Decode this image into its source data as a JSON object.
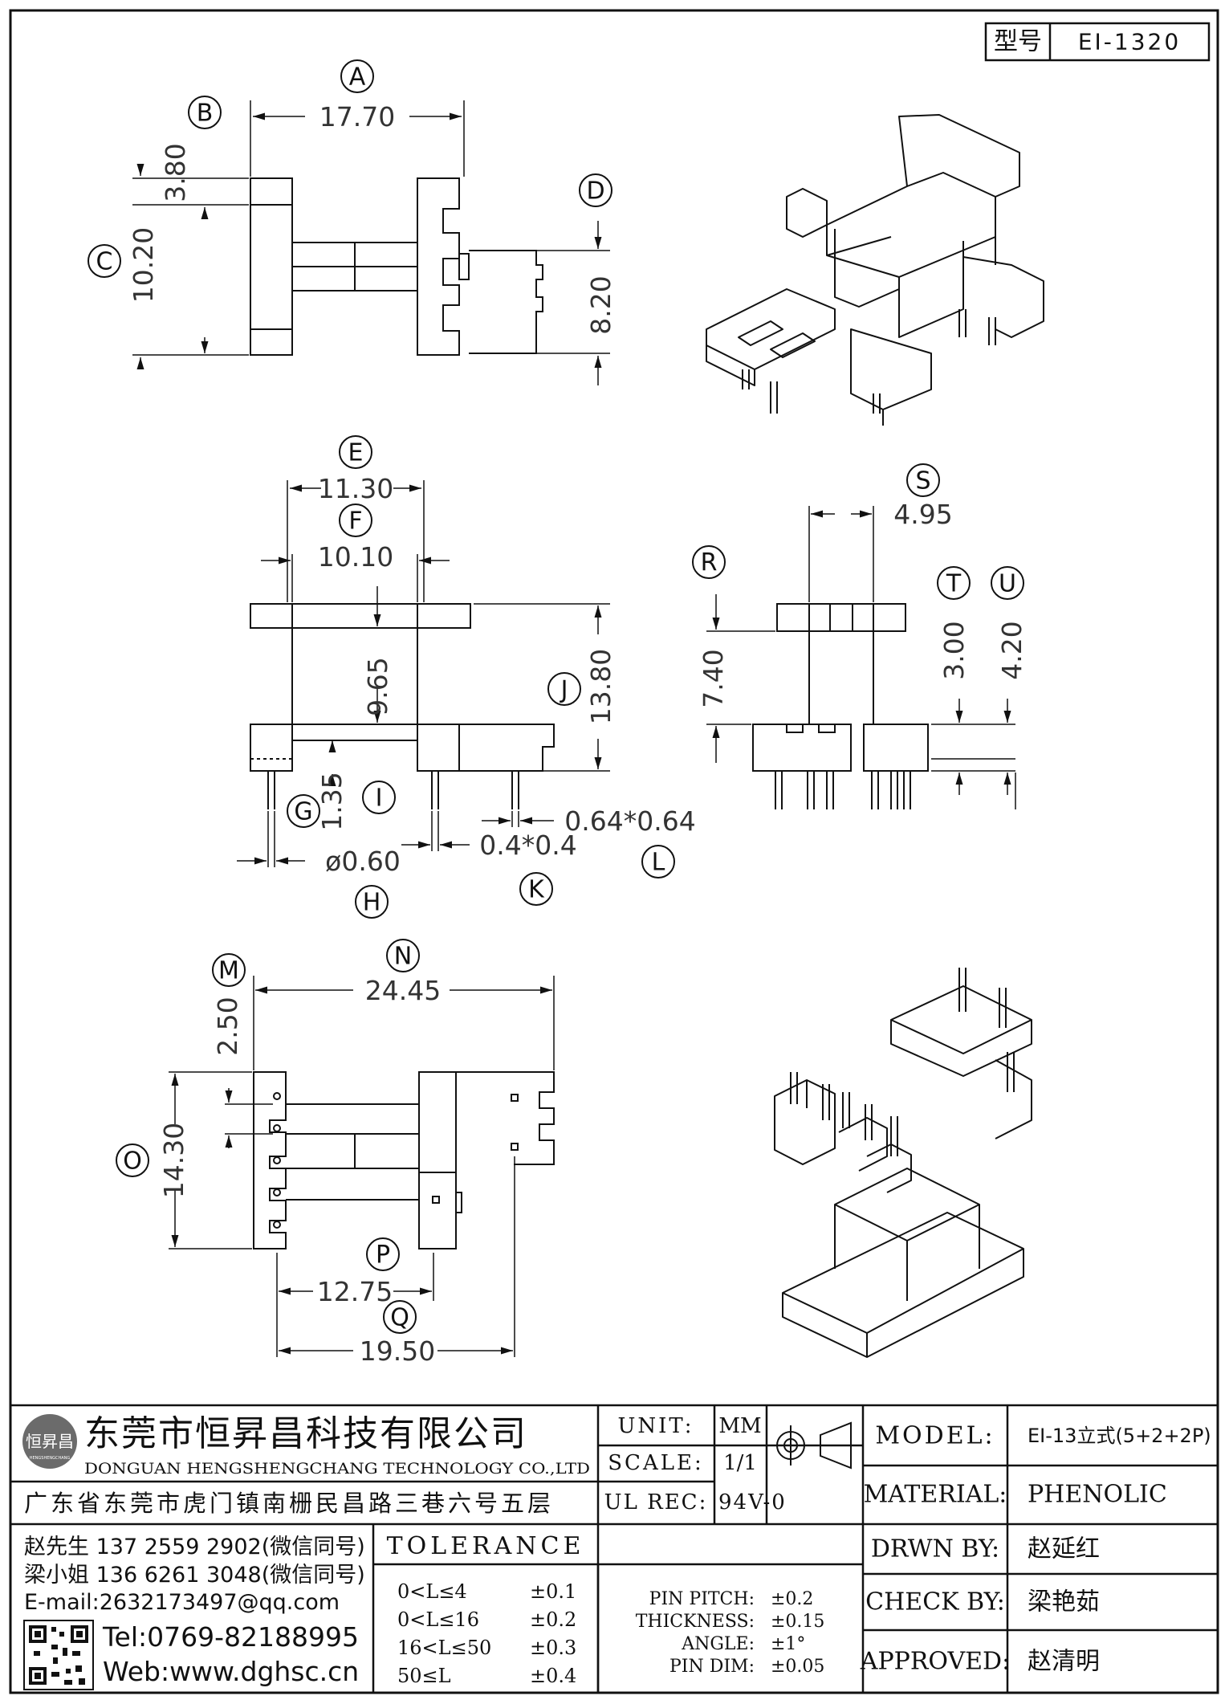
{
  "part_number_label": "型号",
  "part_number": "EI-1320",
  "dimensions": [
    {
      "letter": "A",
      "value": "17.70"
    },
    {
      "letter": "B",
      "value": "3.80"
    },
    {
      "letter": "C",
      "value": "10.20"
    },
    {
      "letter": "D",
      "value": "8.20"
    },
    {
      "letter": "E",
      "value": "11.30"
    },
    {
      "letter": "F",
      "value": "10.10"
    },
    {
      "letter": "I",
      "value": "9.65"
    },
    {
      "letter": "J",
      "value": "13.80"
    },
    {
      "letter": "G",
      "value": "1.35"
    },
    {
      "letter": "H",
      "value": "ø0.60"
    },
    {
      "letter": "K",
      "value": "0.4*0.4"
    },
    {
      "letter": "L",
      "value": "0.64*0.64"
    },
    {
      "letter": "S",
      "value": "4.95"
    },
    {
      "letter": "R",
      "value": "7.40"
    },
    {
      "letter": "T",
      "value": "3.00"
    },
    {
      "letter": "U",
      "value": "4.20"
    },
    {
      "letter": "N",
      "value": "24.45"
    },
    {
      "letter": "M",
      "value": "2.50"
    },
    {
      "letter": "O",
      "value": "14.30"
    },
    {
      "letter": "P",
      "value": "12.75"
    },
    {
      "letter": "Q",
      "value": "19.50"
    }
  ],
  "company": {
    "name_cn": "东莞市恒昇昌科技有限公司",
    "name_en": "DONGUAN HENGSHENGCHANG TECHNOLOGY CO.,LTD",
    "logo_text": "恒昇昌",
    "logo_sub": "HENGSHENGCHANG",
    "address": "广东省东莞市虎门镇南栅民昌路三巷六号五层",
    "contact1": "赵先生 137 2559 2902(微信同号)",
    "contact2": "梁小姐 136 6261 3048(微信同号)",
    "email": "E-mail:2632173497@qq.com",
    "tel": "Tel:0769-82188995",
    "web": "Web:www.dghsc.cn"
  },
  "title_block": {
    "unit_label": "UNIT:",
    "unit_value": "MM",
    "scale_label": "SCALE:",
    "scale_value": "1/1",
    "ulrec_label": "UL REC:",
    "ulrec_value": "94V-0",
    "model_label": "MODEL:",
    "model_value": "EI-13立式(5+2+2P)",
    "material_label": "MATERIAL:",
    "material_value": "PHENOLIC",
    "drawn_label": "DRWN BY:",
    "drawn_value": "赵延红",
    "check_label": "CHECK BY:",
    "check_value": "梁艳茹",
    "approved_label": "APPROVED:",
    "approved_value": "赵清明"
  },
  "tolerance": {
    "title": "TOLERANCE",
    "rows": [
      {
        "range": "0<L≤4",
        "tol": "±0.1"
      },
      {
        "range": "0<L≤16",
        "tol": "±0.2"
      },
      {
        "range": "16<L≤50",
        "tol": "±0.3"
      },
      {
        "range": "50≤L",
        "tol": "±0.4"
      }
    ],
    "extra": [
      {
        "name": "PIN PITCH:",
        "tol": "±0.2"
      },
      {
        "name": "THICKNESS:",
        "tol": "±0.15"
      },
      {
        "name": "ANGLE:",
        "tol": "±1°"
      },
      {
        "name": "PIN DIM:",
        "tol": "±0.05"
      }
    ]
  }
}
